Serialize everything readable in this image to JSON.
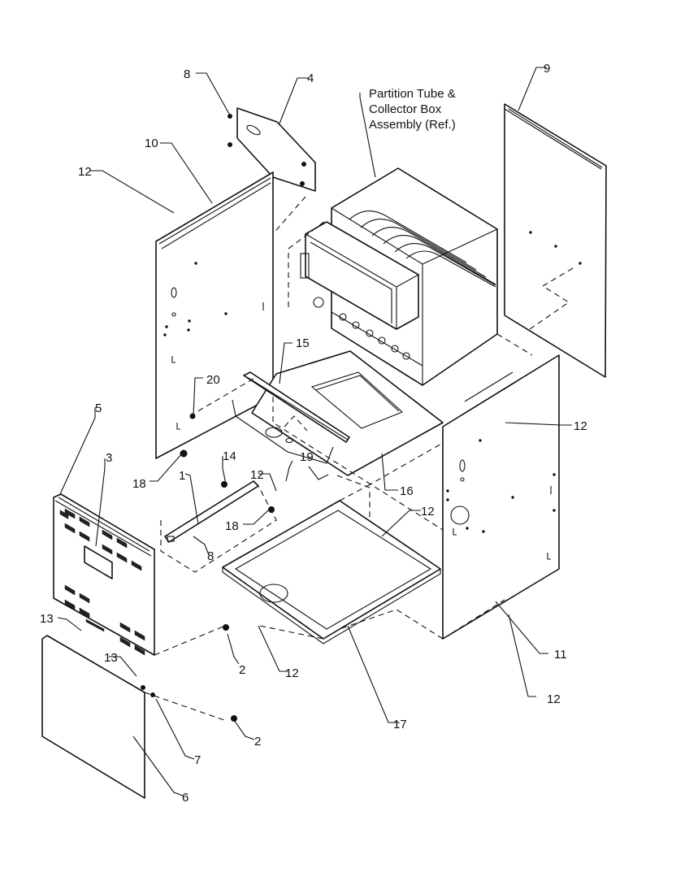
{
  "note": {
    "line1": "Partition Tube &",
    "line2": "Collector Box",
    "line3": "Assembly (Ref.)"
  },
  "callouts": {
    "c1": "1",
    "c2a": "2",
    "c2b": "2",
    "c3": "3",
    "c4": "4",
    "c5": "5",
    "c6": "6",
    "c7": "7",
    "c8a": "8",
    "c8b": "8",
    "c9": "9",
    "c10": "10",
    "c11": "11",
    "c12a": "12",
    "c12b": "12",
    "c12c": "12",
    "c12d": "12",
    "c12e": "12",
    "c12f": "12",
    "c13a": "13",
    "c13b": "13",
    "c14": "14",
    "c15": "15",
    "c16": "16",
    "c17": "17",
    "c18a": "18",
    "c18b": "18",
    "c19": "19",
    "c20": "20"
  }
}
